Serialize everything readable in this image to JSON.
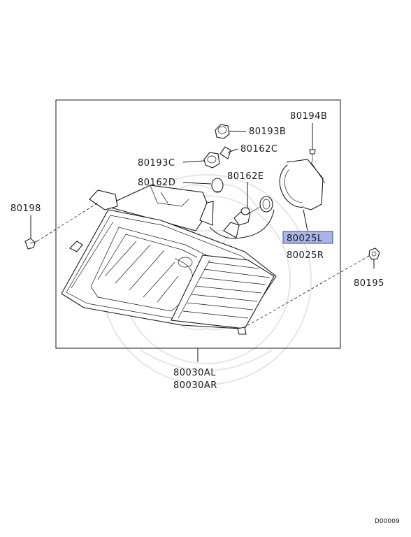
{
  "labels": {
    "p80194B": "80194B",
    "p80193B": "80193B",
    "p80162C": "80162C",
    "p80193C": "80193C",
    "p80162E": "80162E",
    "p80162D": "80162D",
    "p80198": "80198",
    "p80025L": "80025L",
    "p80025R": "80025R",
    "p80195": "80195",
    "p80030AL": "80030AL",
    "p80030AR": "80030AR"
  },
  "diagram_code": "D00009",
  "colors": {
    "highlight_fill": "#a9b5e6",
    "highlight_stroke": "#3a4aa0",
    "line": "#1a1a1a"
  }
}
